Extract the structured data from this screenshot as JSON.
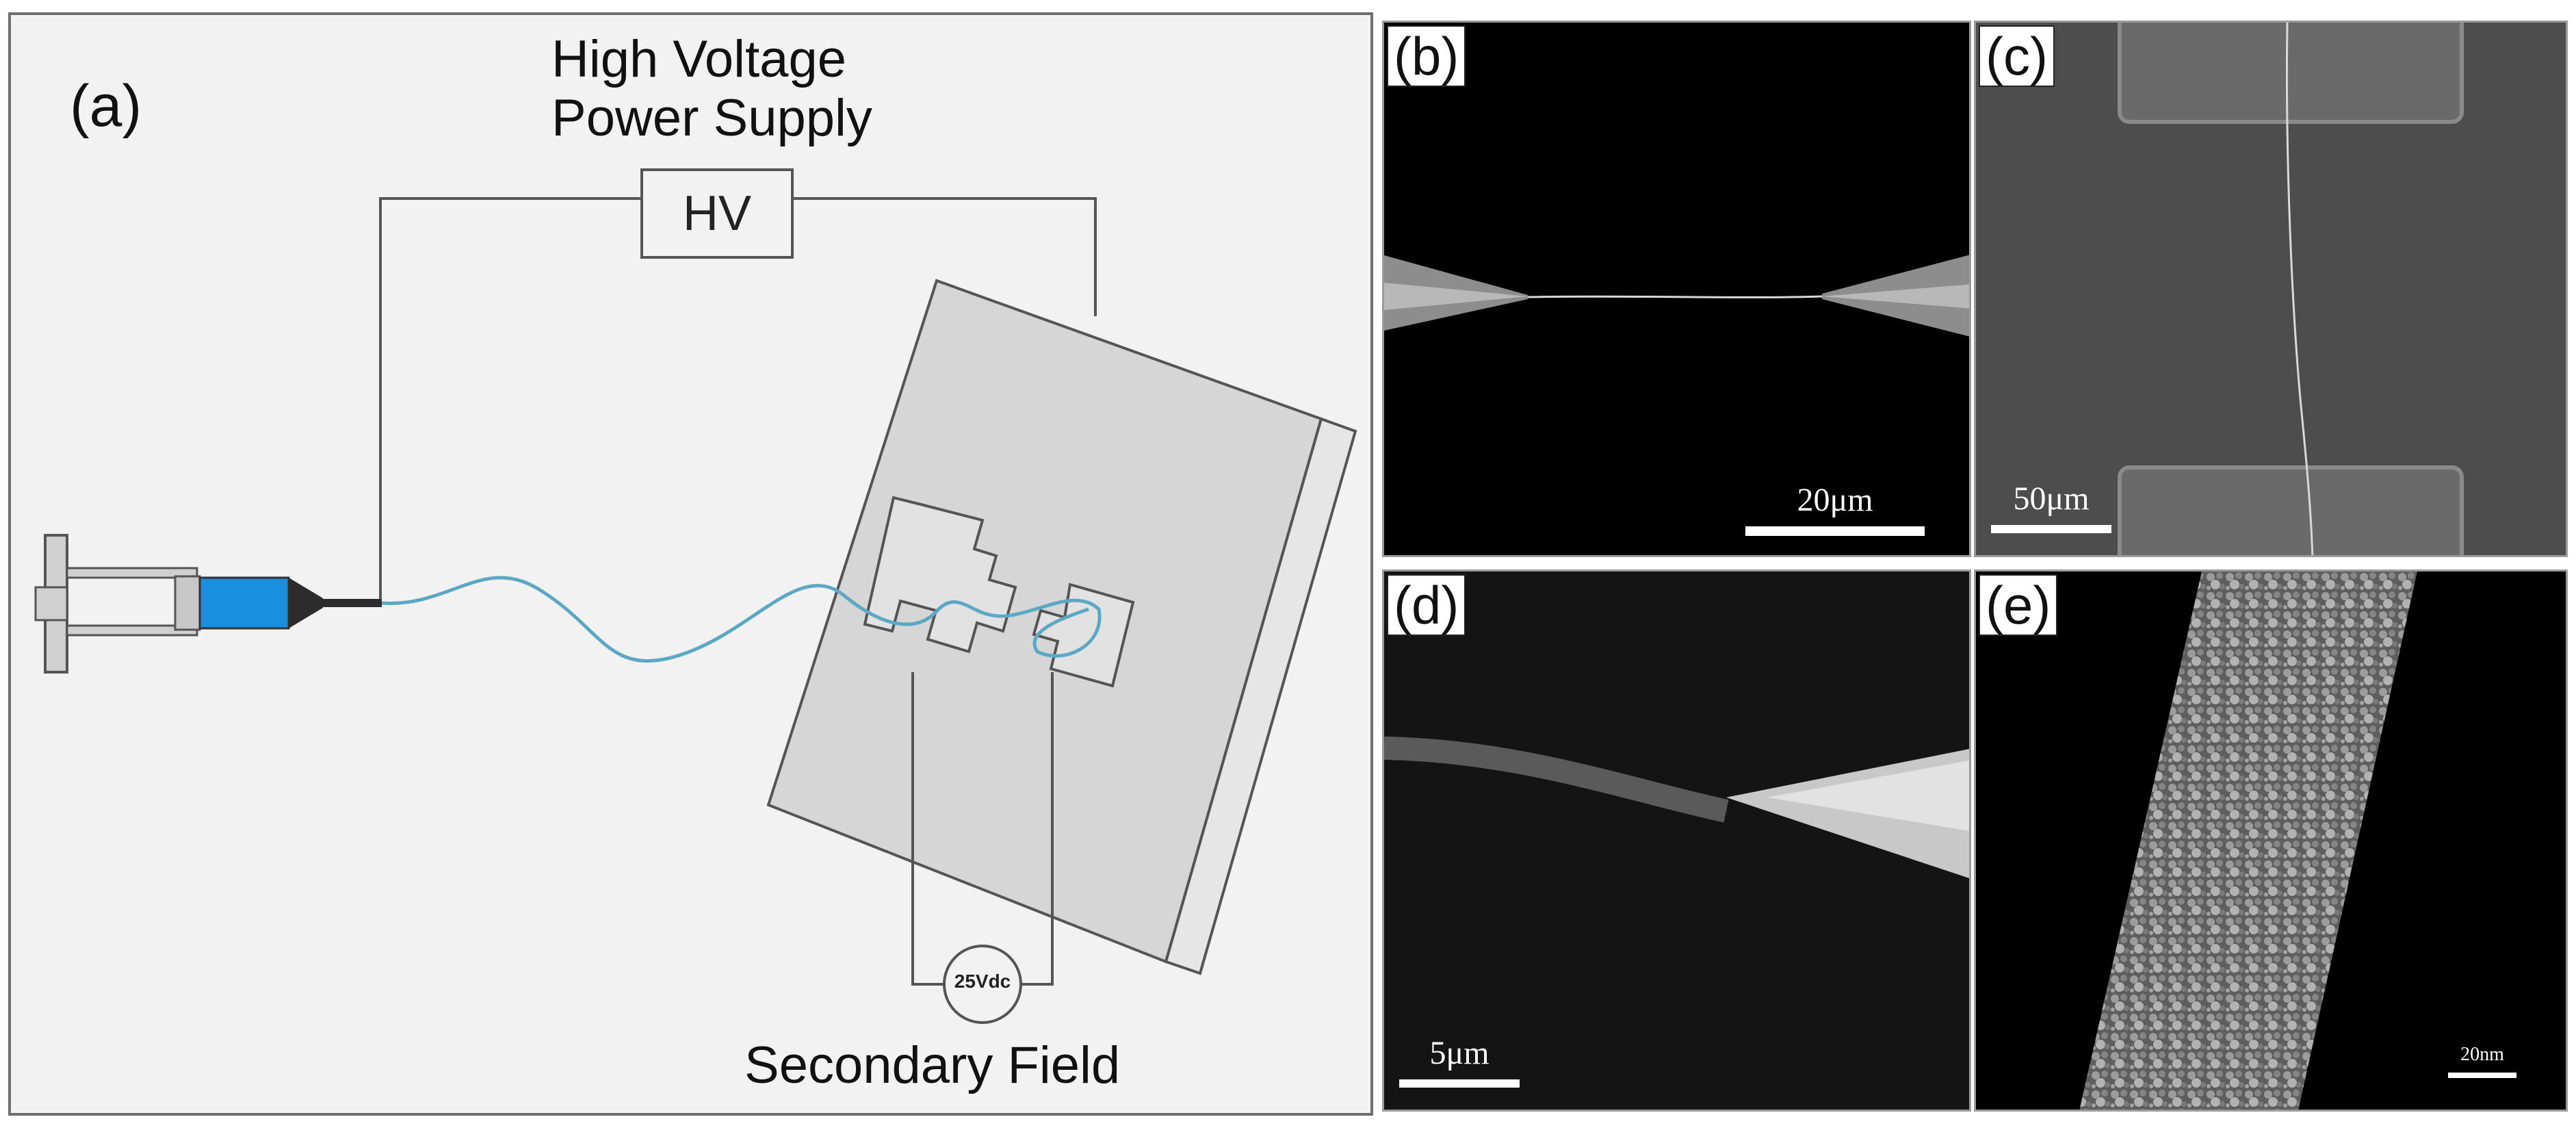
{
  "panel_a": {
    "label": "(a)",
    "power_supply_line1": "High Voltage",
    "power_supply_line2": "Power Supply",
    "hv_box": "HV",
    "meter": "25Vdc",
    "secondary_field": "Secondary Field"
  },
  "panel_b": {
    "label": "(b)",
    "scale": "20μm"
  },
  "panel_c": {
    "label": "(c)",
    "scale": "50μm"
  },
  "panel_d": {
    "label": "(d)",
    "scale": "5μm"
  },
  "panel_e": {
    "label": "(e)",
    "scale": "20nm"
  },
  "colors": {
    "fiber": "#5ba7c4",
    "syringe_fluid": "#1a8fe0",
    "plate": "#d8d8d8"
  }
}
